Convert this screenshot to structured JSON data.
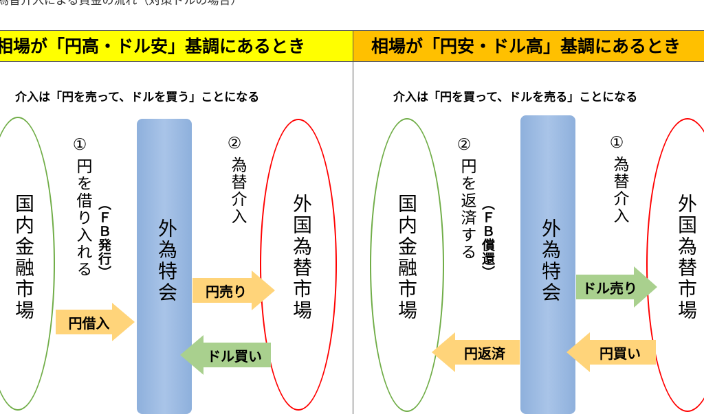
{
  "caption": "為替介入による資金の流れ（対策ドルの場合）",
  "left": {
    "banner": "相場が「円高・ドル安」基調にあるとき",
    "subtitle": "介入は「円を売って、ドルを買う」ことになる",
    "domestic_market": "国内金融市場",
    "fx_fund": "外為特会",
    "fx_market": "外国為替市場",
    "step1_num": "①",
    "step1_text": "円を借り入れる",
    "step1_paren": "（ＦＢ発行）",
    "step2_num": "②",
    "step2_text": "為替介入",
    "arrow_yen_borrow": "円借入",
    "arrow_yen_sell": "円売り",
    "arrow_dollar_buy": "ドル買い"
  },
  "right": {
    "banner": "相場が「円安・ドル高」基調にあるとき",
    "subtitle": "介入は「円を買って、ドルを売る」ことになる",
    "domestic_market": "国内金融市場",
    "fx_fund": "外為特会",
    "fx_market": "外国為替市場",
    "step2_num": "②",
    "step2_text": "円を返済する",
    "step2_paren": "（ＦＢ償還）",
    "step1_num": "①",
    "step1_text": "為替介入",
    "arrow_yen_repay": "円返済",
    "arrow_dollar_sell": "ドル売り",
    "arrow_yen_buy": "円買い"
  },
  "colors": {
    "yellow_banner": "#ffff00",
    "orange_banner": "#ffc000",
    "green_ellipse": "#70ad47",
    "red_ellipse": "#ff0000",
    "blue_bar": "#8eb0dc",
    "orange_arrow": "#ffd47a",
    "green_arrow": "#a9d08e"
  }
}
